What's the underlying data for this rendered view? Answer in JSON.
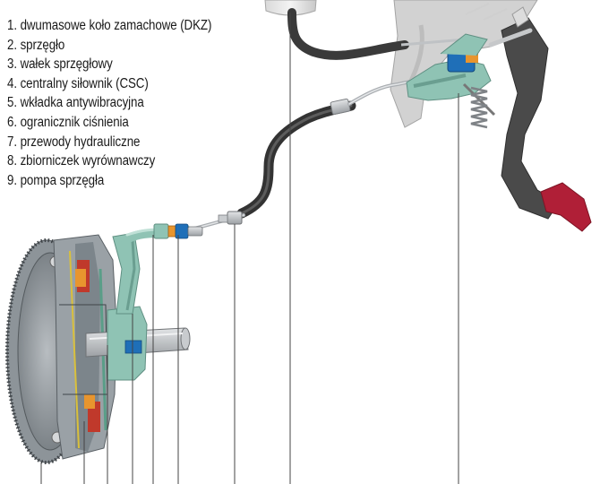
{
  "legend": {
    "items": [
      "1. dwumasowe koło zamachowe (DKZ)",
      "2. sprzęgło",
      "3. wałek sprzęgłowy",
      "4. centralny siłownik (CSC)",
      "5. wkładka antywibracyjna",
      "6. ogranicznik ciśnienia",
      "7. przewody hydrauliczne",
      "8. zbiorniczek wyrównawczy",
      "9. pompa sprzęgła"
    ]
  },
  "colors": {
    "hose": "#3a3a3a",
    "metal_pipe": "#b9bcbf",
    "housing_green": "#8fc3b4",
    "accent_blue": "#1f6fb8",
    "accent_orange": "#e8952e",
    "pedal_dark": "#4a4a4a",
    "pedal_pad": "#b01f37",
    "flywheel": "#8d9499",
    "leader_line": "#444444"
  }
}
